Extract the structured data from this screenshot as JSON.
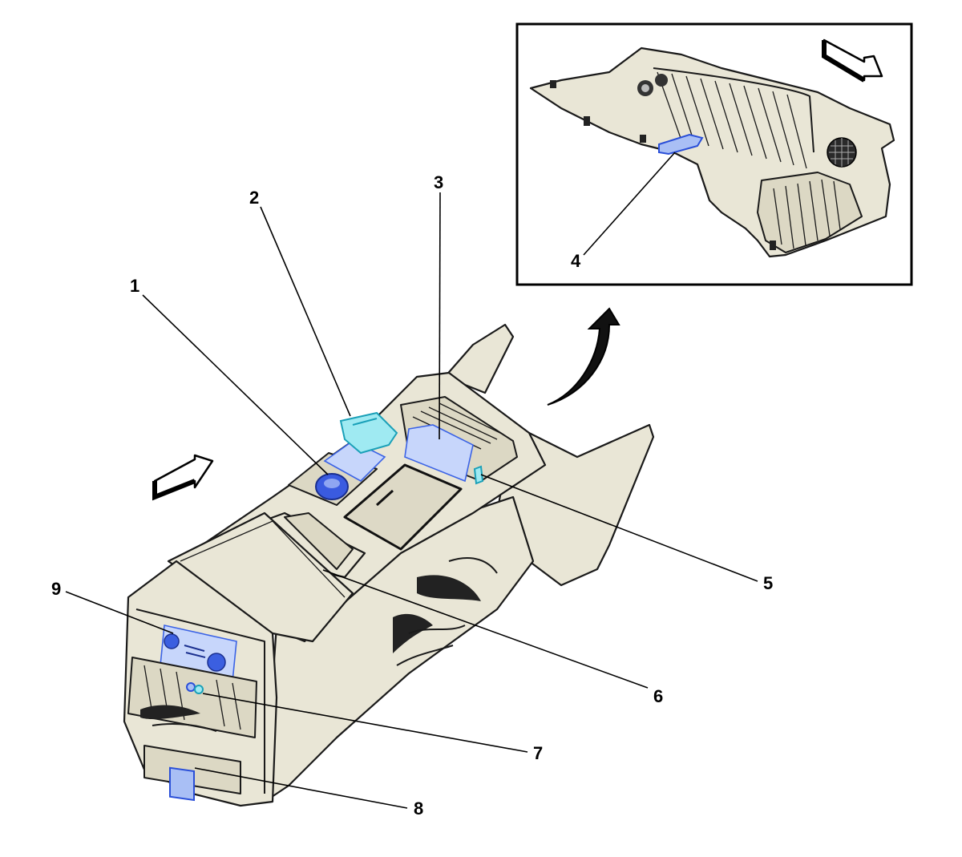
{
  "callouts": [
    {
      "id": "1",
      "label": "1"
    },
    {
      "id": "2",
      "label": "2"
    },
    {
      "id": "3",
      "label": "3"
    },
    {
      "id": "4",
      "label": "4"
    },
    {
      "id": "5",
      "label": "5"
    },
    {
      "id": "6",
      "label": "6"
    },
    {
      "id": "7",
      "label": "7"
    },
    {
      "id": "8",
      "label": "8"
    },
    {
      "id": "9",
      "label": "9"
    }
  ],
  "colors": {
    "console_body": "#e9e6d6",
    "highlight_blue": "#a9bff5",
    "highlight_cyan": "#9feaf2",
    "outline": "#1a1a1a"
  },
  "icons": [
    "direction-arrow-icon",
    "inset-direction-arrow-icon",
    "rotation-arrow-icon"
  ]
}
